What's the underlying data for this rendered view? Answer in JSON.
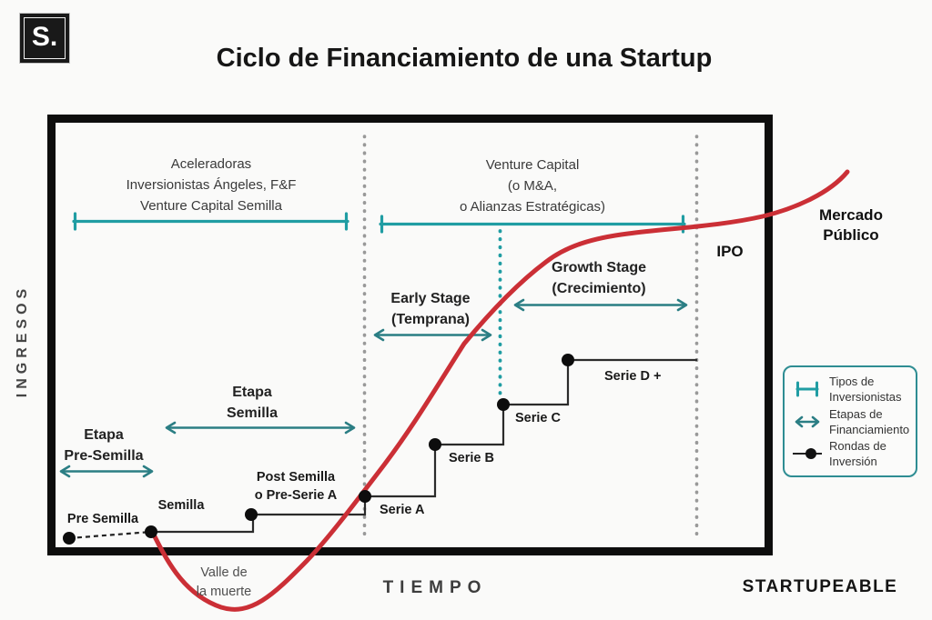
{
  "header": {
    "logo_text": "S.",
    "title": "Ciclo de Financiamiento de una Startup"
  },
  "axes": {
    "y_label": "INGRESOS",
    "x_label": "TIEMPO"
  },
  "footer": {
    "brand": "STARTUPEABLE"
  },
  "investor_brackets": [
    {
      "lines": [
        "Aceleradoras",
        "Inversionistas Ángeles, F&F",
        "Venture Capital Semilla"
      ]
    },
    {
      "lines": [
        "Venture Capital",
        "(o M&A,",
        "o Alianzas Estratégicas)"
      ]
    }
  ],
  "stages": [
    {
      "lines": [
        "Etapa",
        "Pre-Semilla"
      ]
    },
    {
      "lines": [
        "Etapa",
        "Semilla"
      ]
    },
    {
      "lines": [
        "Early Stage",
        "(Temprana)"
      ]
    },
    {
      "lines": [
        "Growth Stage",
        "(Crecimiento)"
      ]
    }
  ],
  "rounds": [
    {
      "lines": [
        "Pre Semilla"
      ]
    },
    {
      "lines": [
        "Semilla"
      ]
    },
    {
      "lines": [
        "Post Semilla",
        "o Pre-Serie A"
      ]
    },
    {
      "lines": [
        "Serie A"
      ]
    },
    {
      "lines": [
        "Serie B"
      ]
    },
    {
      "lines": [
        "Serie C"
      ]
    },
    {
      "lines": [
        "Serie D +"
      ]
    }
  ],
  "annotations": {
    "ipo": "IPO",
    "public_market": {
      "lines": [
        "Mercado",
        "Público"
      ]
    },
    "death_valley": {
      "lines": [
        "Valle de",
        "la muerte"
      ]
    }
  },
  "legend": {
    "items": [
      {
        "icon": "investor-bracket-icon",
        "lines": [
          "Tipos de",
          "Inversionistas"
        ]
      },
      {
        "icon": "stage-arrow-icon",
        "lines": [
          "Etapas de",
          "Financiamiento"
        ]
      },
      {
        "icon": "round-dot-icon",
        "lines": [
          "Rondas de",
          "Inversión"
        ]
      }
    ]
  },
  "colors": {
    "teal_bracket": "#209da3",
    "teal_arrow": "#2b7e84",
    "red_curve": "#cb2f36",
    "frame_black": "#0d0d0d",
    "dotted_gray": "#999999"
  }
}
